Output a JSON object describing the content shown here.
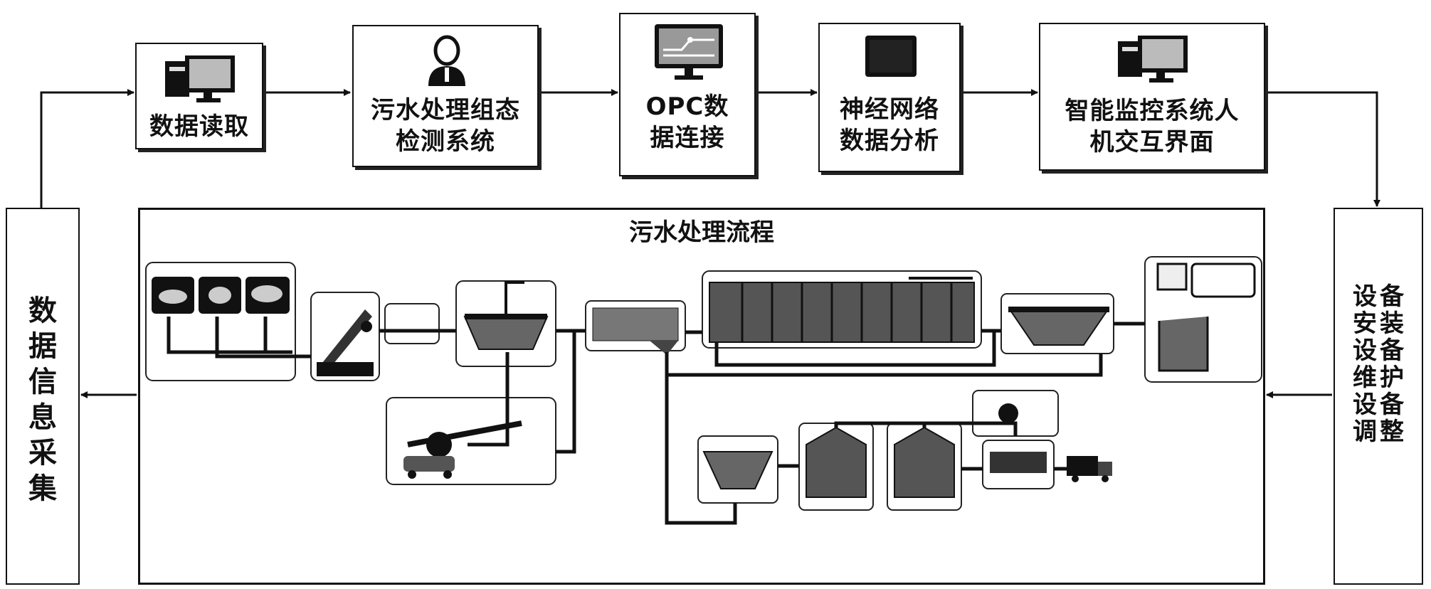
{
  "top_chain": [
    {
      "id": "data-read",
      "label": "数据读取"
    },
    {
      "id": "scada",
      "label": "污水处理组态检测系统"
    },
    {
      "id": "opc",
      "label": "OPC数据连接"
    },
    {
      "id": "nn",
      "label": "神经网络数据分析"
    },
    {
      "id": "hmi",
      "label": "智能监控系统人机交互界面"
    }
  ],
  "left_panel": {
    "chars": [
      "数",
      "据",
      "信",
      "息",
      "采",
      "集"
    ]
  },
  "right_panel": {
    "chars": [
      "设",
      "备",
      "安",
      "装",
      "设",
      "备",
      "维",
      "护",
      "设",
      "备",
      "调",
      "整"
    ]
  },
  "process": {
    "title": "污水处理流程"
  },
  "icons": {
    "data-read": "computer-icon",
    "scada": "operator-icon",
    "opc": "network-monitor-icon",
    "nn": "monitor-icon",
    "hmi": "computer-icon"
  }
}
